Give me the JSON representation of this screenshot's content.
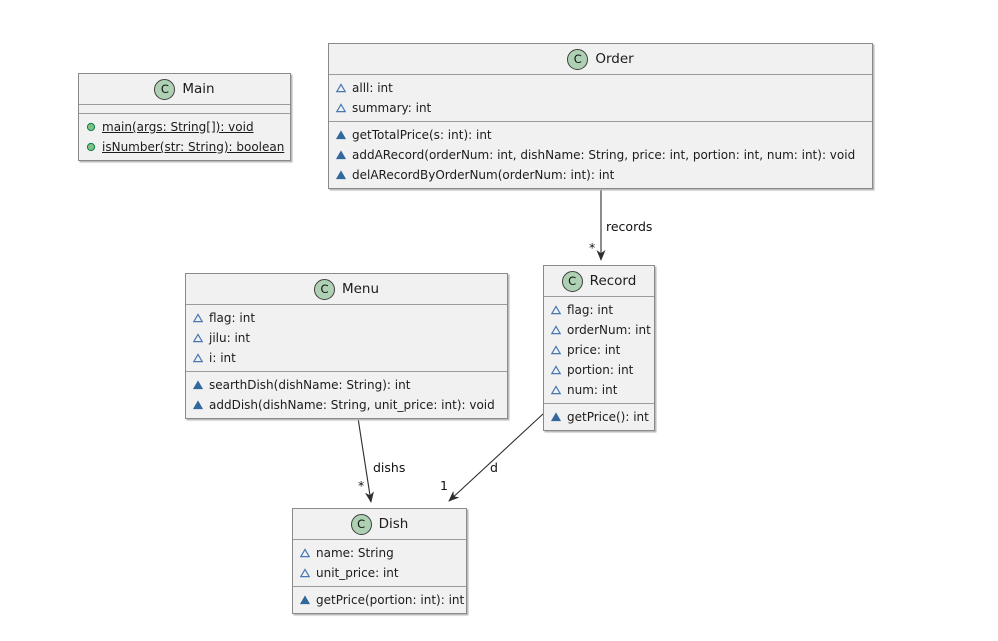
{
  "diagram_type": "uml-class-diagram",
  "colors": {
    "class_circle_fill": "#ADD1B2",
    "class_circle_border": "#3f3f3f",
    "box_background": "#f1f1f1",
    "box_border": "#8a8a8a",
    "package_icon_blue": "#4878B4",
    "package_icon_fill": "#33689E",
    "public_icon_green": "#84BE84",
    "public_icon_border": "#038048",
    "edge_line": "#2e2e2e"
  },
  "classes": [
    {
      "stereotype": "C",
      "name": "Main",
      "fields": [],
      "methods": [
        {
          "visibility": "public",
          "static": true,
          "text": "main(args: String[]): void"
        },
        {
          "visibility": "public",
          "static": true,
          "text": "isNumber(str: String): boolean"
        }
      ]
    },
    {
      "stereotype": "C",
      "name": "Order",
      "fields": [
        {
          "visibility": "package",
          "text": "alll: int"
        },
        {
          "visibility": "package",
          "text": "summary: int"
        }
      ],
      "methods": [
        {
          "visibility": "package",
          "text": "getTotalPrice(s: int): int"
        },
        {
          "visibility": "package",
          "text": "addARecord(orderNum: int, dishName: String, price: int, portion: int, num: int): void"
        },
        {
          "visibility": "package",
          "text": "delARecordByOrderNum(orderNum: int): int"
        }
      ]
    },
    {
      "stereotype": "C",
      "name": "Menu",
      "fields": [
        {
          "visibility": "package",
          "text": "flag: int"
        },
        {
          "visibility": "package",
          "text": "jilu: int"
        },
        {
          "visibility": "package",
          "text": "i: int"
        }
      ],
      "methods": [
        {
          "visibility": "package",
          "text": "searthDish(dishName: String): int"
        },
        {
          "visibility": "package",
          "text": "addDish(dishName: String, unit_price: int): void"
        }
      ]
    },
    {
      "stereotype": "C",
      "name": "Record",
      "fields": [
        {
          "visibility": "package",
          "text": "flag: int"
        },
        {
          "visibility": "package",
          "text": "orderNum: int"
        },
        {
          "visibility": "package",
          "text": "price: int"
        },
        {
          "visibility": "package",
          "text": "portion: int"
        },
        {
          "visibility": "package",
          "text": "num: int"
        }
      ],
      "methods": [
        {
          "visibility": "package",
          "text": "getPrice(): int"
        }
      ]
    },
    {
      "stereotype": "C",
      "name": "Dish",
      "fields": [
        {
          "visibility": "package",
          "text": "name: String"
        },
        {
          "visibility": "package",
          "text": "unit_price: int"
        }
      ],
      "methods": [
        {
          "visibility": "package",
          "text": "getPrice(portion: int): int"
        }
      ]
    }
  ],
  "edges": [
    {
      "from": "Order",
      "to": "Record",
      "label": "records",
      "multiplicity": "*"
    },
    {
      "from": "Menu",
      "to": "Dish",
      "label": "dishs",
      "multiplicity": "*"
    },
    {
      "from": "Record",
      "to": "Dish",
      "label": "d",
      "multiplicity": "1"
    }
  ]
}
